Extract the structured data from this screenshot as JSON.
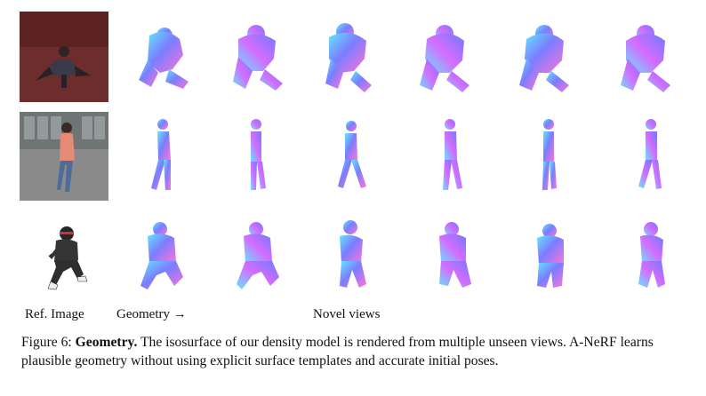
{
  "figure": {
    "labels": {
      "ref_image": "Ref. Image",
      "geometry": "Geometry →",
      "novel_views": "Novel views"
    },
    "caption": {
      "prefix": "Figure 6:",
      "title": "Geometry.",
      "text": "The isosurface of our density model is rendered from multiple unseen views. A-NeRF learns plausible geometry without using explicit surface templates and accurate initial poses."
    },
    "rows": [
      {
        "pose": "crouch",
        "ref_background": "#6b2a2a"
      },
      {
        "pose": "walk",
        "ref_background": "#8a8a8a"
      },
      {
        "pose": "squat",
        "ref_background": "#ffffff"
      }
    ],
    "colors": {
      "normal_a": "#6f7bff",
      "normal_b": "#d46cff",
      "normal_c": "#64e6ff",
      "normal_d": "#ff74d8"
    }
  }
}
